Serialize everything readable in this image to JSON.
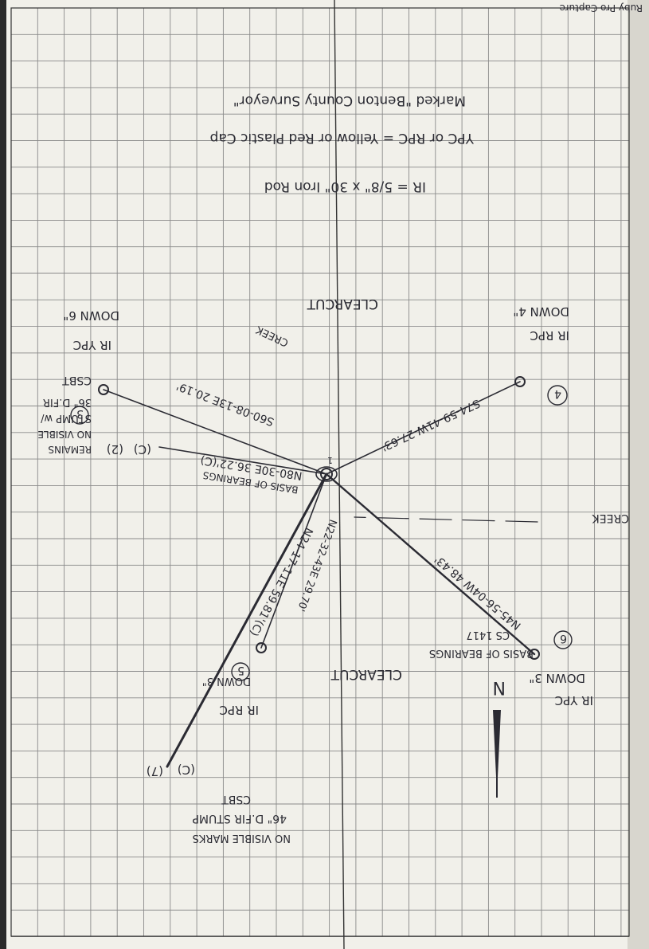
{
  "sheet": {
    "legend": {
      "line1": "Marked \"Benton County Surveyor\"",
      "line2": "YPC or RPC = Yellow or Red Plastic Cap",
      "line3": "IR = 5/8\" x 30\" Iron Rod"
    },
    "clearcut_top": "CLEARCUT",
    "clearcut_bottom": "CLEARCUT",
    "creek_top": "CREEK",
    "creek_right": "CREEK",
    "center_point": "1",
    "points": [
      {
        "id": "2",
        "desc": [
          "36\" D.FIR",
          "STUMP w/",
          "NO VISIBLE",
          "REMAINS"
        ],
        "mark": "(C)",
        "note": "CSBT"
      },
      {
        "id": "3",
        "desc": [
          "IR YPC",
          "DOWN 6\""
        ],
        "call": "S60-08-13E 20.19'"
      },
      {
        "id": "4",
        "desc": [
          "IR RPC",
          "DOWN 4\""
        ],
        "call": "S74-59-41W 27.63'"
      },
      {
        "id": "5",
        "desc": [
          "IR RPC",
          "DOWN 3\""
        ],
        "call": "N22-32-43E 29.70'"
      },
      {
        "id": "6",
        "desc": [
          "IR YPC",
          "DOWN 3\""
        ],
        "call": "N45-56-04W 48.43'"
      },
      {
        "id": "7",
        "desc": [
          "46\" D.FIR STUMP",
          "NO VISIBLE MARKS"
        ],
        "mark": "(C)",
        "note": "CSBT"
      }
    ],
    "call_center_2": "N80-30E 36.22'(C)",
    "basis_label": "BASIS OF BEARINGS",
    "call_center_7": "N24-17-11E 59.81'(C)",
    "basis_bottom": [
      "BASIS OF BEARINGS",
      "CS 1417"
    ],
    "north": "N",
    "footer": "Ruby Pro Capture"
  }
}
